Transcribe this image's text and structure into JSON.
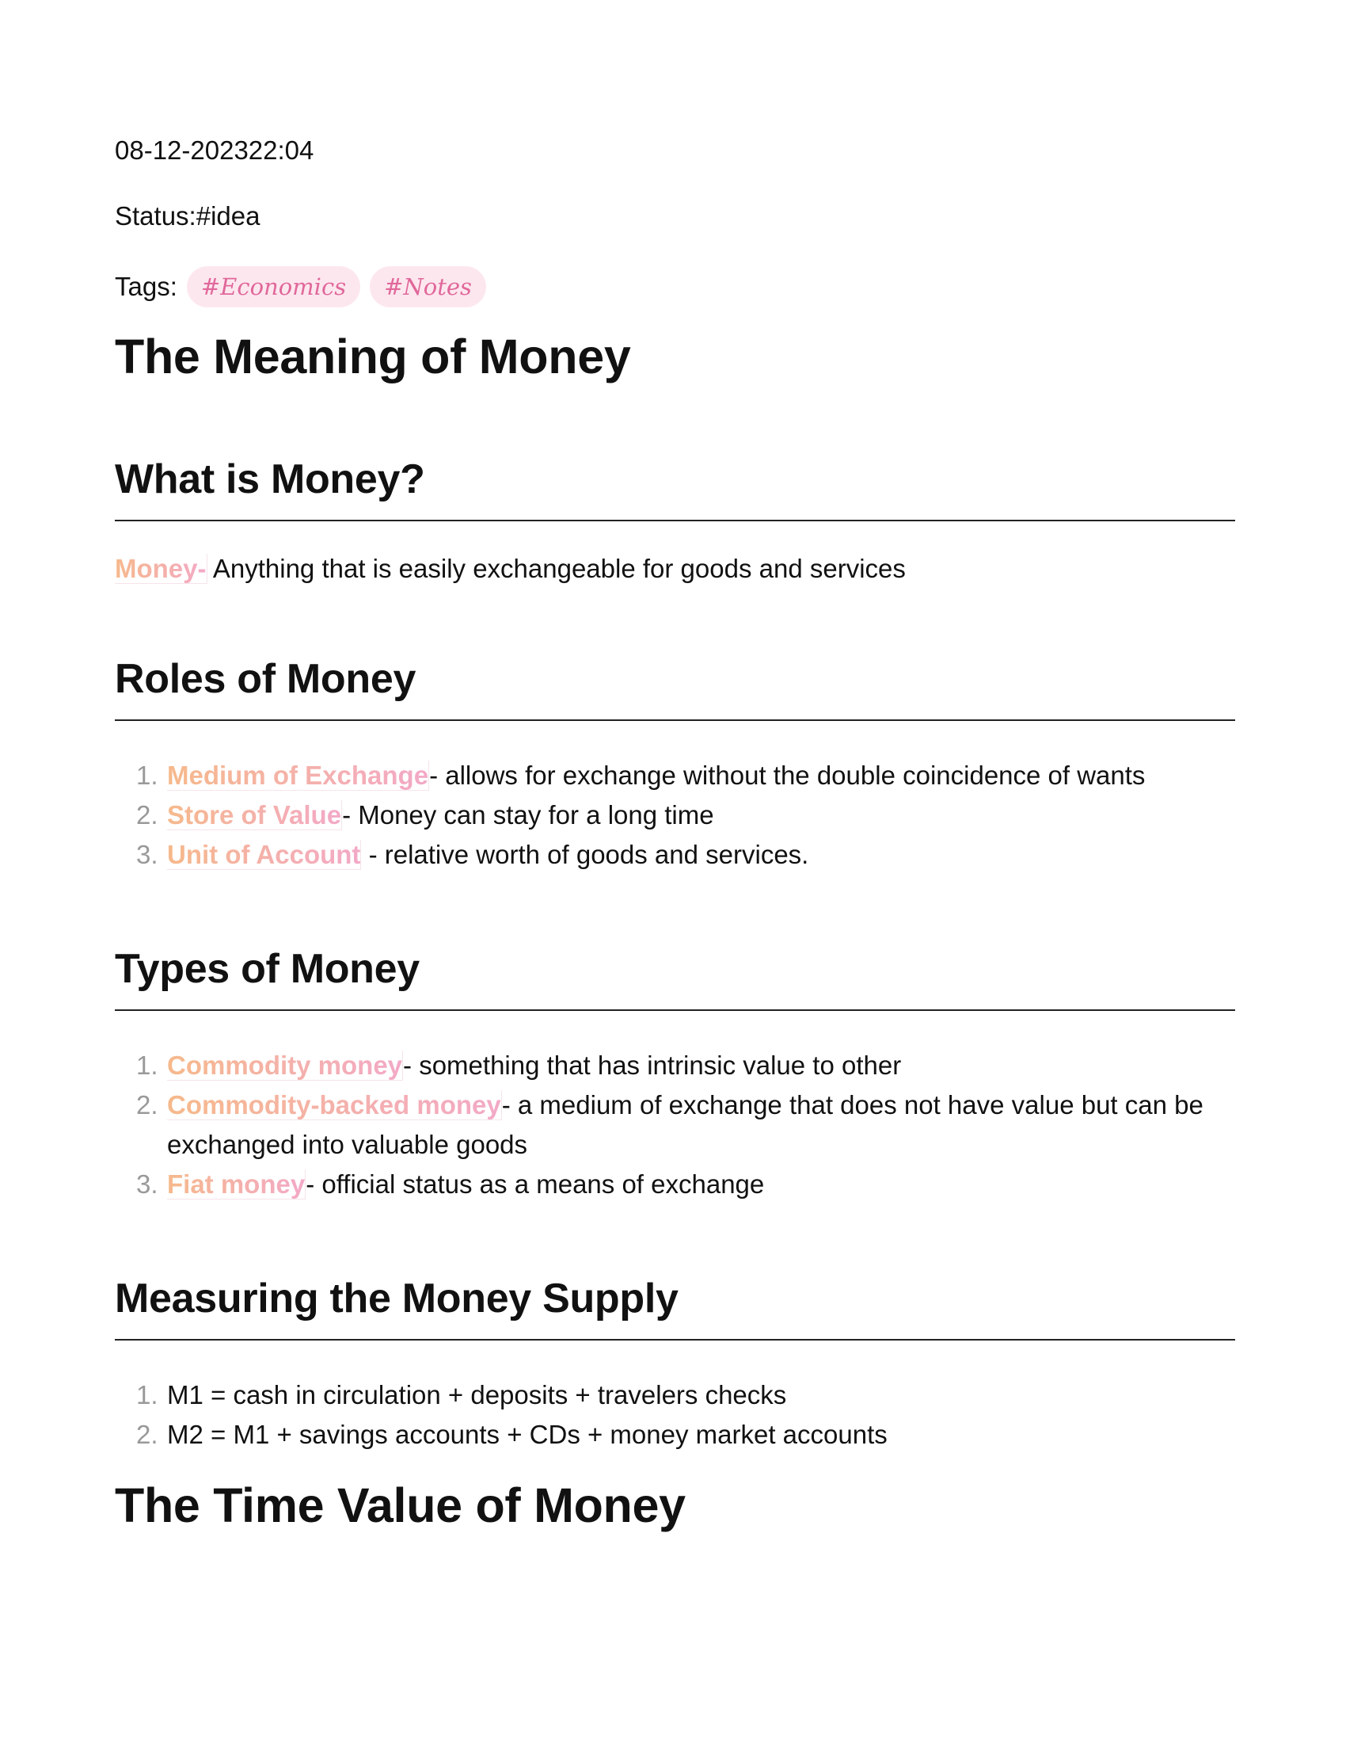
{
  "meta": {
    "date": "08-12-202322:04",
    "status": "Status:#idea",
    "tags_label": "Tags:",
    "tags": [
      "#Economics",
      "#Notes"
    ]
  },
  "title": "The Meaning of Money",
  "sections": {
    "what": {
      "heading": "What is Money?",
      "term": "Money-",
      "text": " Anything that is easily exchangeable for goods and services"
    },
    "roles": {
      "heading": "Roles of Money",
      "items": [
        {
          "num": "1.",
          "term": "Medium of Exchange",
          "text": "- allows for exchange without the double coincidence of wants"
        },
        {
          "num": "2.",
          "term": "Store of Value",
          "text": "- Money can stay for a long time"
        },
        {
          "num": "3.",
          "term": "Unit of Account",
          "text": " - relative worth of goods and services."
        }
      ]
    },
    "types": {
      "heading": "Types of Money",
      "items": [
        {
          "num": "1.",
          "term": "Commodity money",
          "text": "- something that has intrinsic value to other"
        },
        {
          "num": "2.",
          "term": "Commodity-backed money",
          "text": "- a medium of exchange that does not have value but can be exchanged into valuable goods"
        },
        {
          "num": "3.",
          "term": "Fiat money",
          "text": "- official status as a means of exchange"
        }
      ]
    },
    "supply": {
      "heading": "Measuring the Money Supply",
      "items": [
        {
          "num": "1.",
          "text": "M1 = cash in circulation + deposits + travelers checks"
        },
        {
          "num": "2.",
          "text": "M2 = M1 + savings accounts + CDs + money market accounts"
        }
      ]
    }
  },
  "title2": "The Time Value of Money",
  "colors": {
    "tag_text": "#e0689a",
    "tag_bg": "#fde7ef",
    "term_gradient_start": "#f6b98b",
    "term_gradient_end": "#f3a9c7"
  }
}
